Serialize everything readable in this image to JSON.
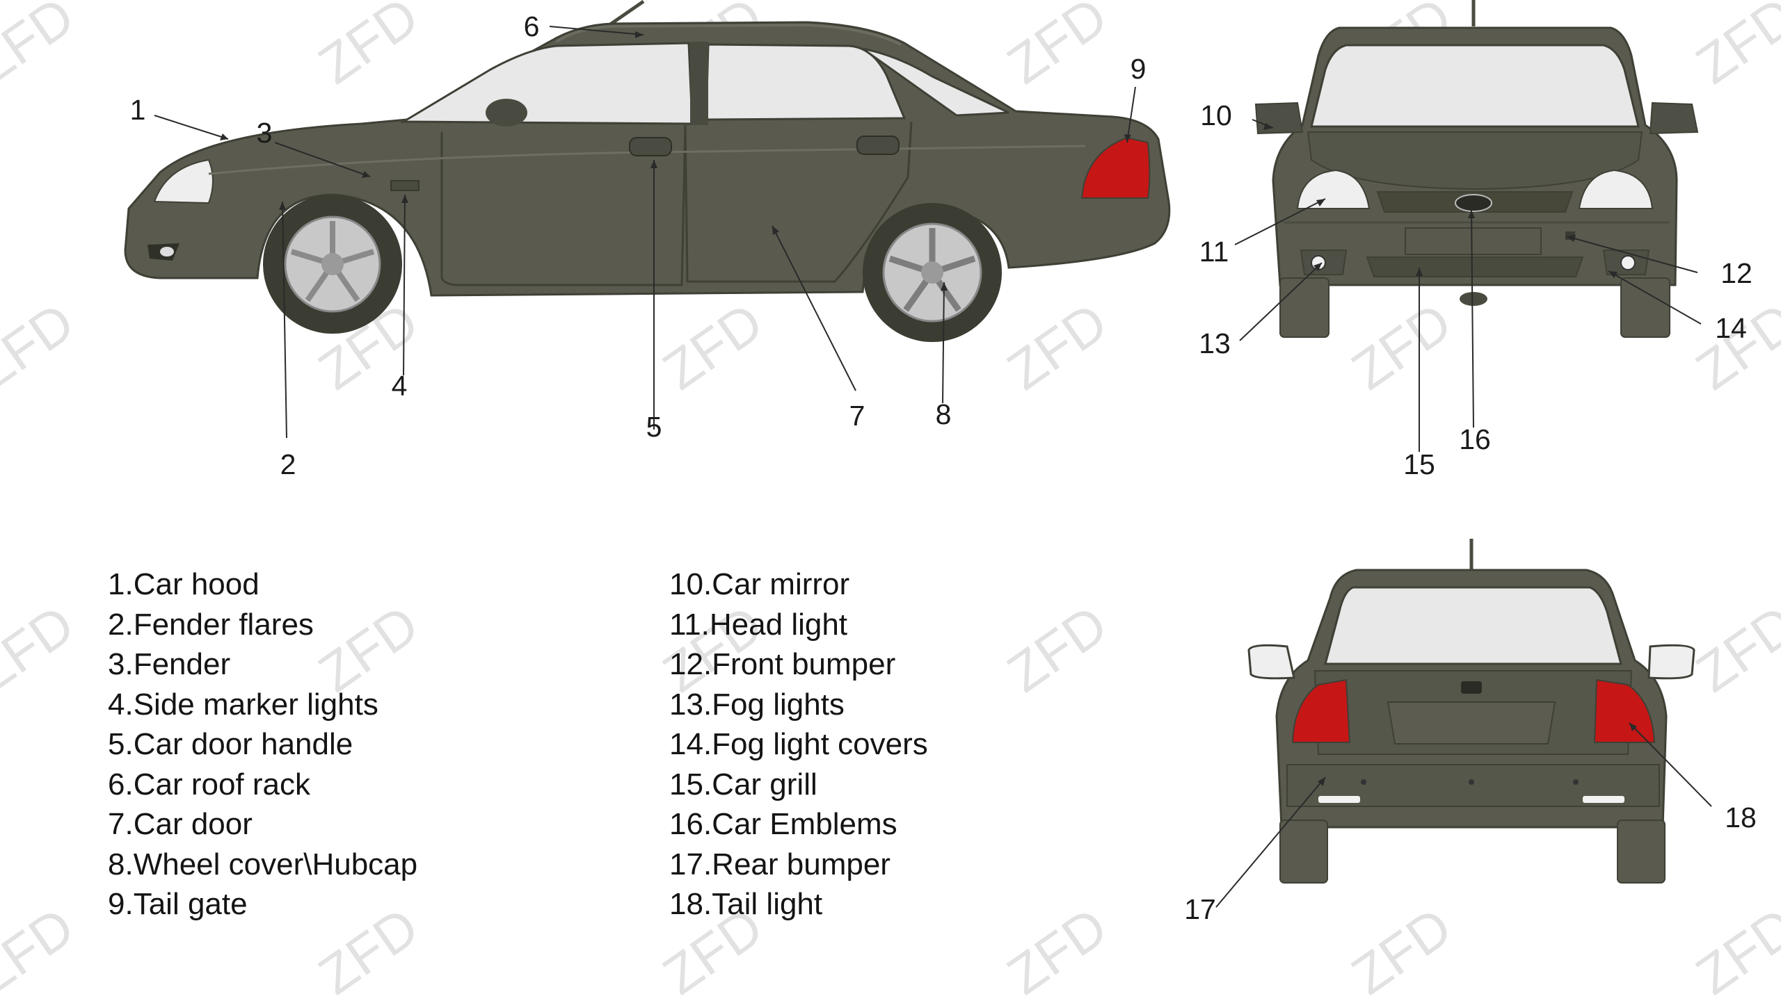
{
  "watermark": "ZFD",
  "colors": {
    "body": "#5a5b4e",
    "body_dark": "#3f4036",
    "glass": "#e8e8e8",
    "tail_light": "#c61616",
    "tire": "#3b3c32",
    "rim": "#c8c8c8",
    "line": "#2a2a2a"
  },
  "callouts": [
    "1",
    "2",
    "3",
    "4",
    "5",
    "6",
    "7",
    "8",
    "9",
    "10",
    "11",
    "12",
    "13",
    "14",
    "15",
    "16",
    "17",
    "18"
  ],
  "legend": {
    "left": [
      "1.Car hood",
      "2.Fender flares",
      "3.Fender",
      "4.Side marker lights",
      "5.Car door handle",
      "6.Car roof rack",
      "7.Car door",
      "8.Wheel cover\\Hubcap",
      "9.Tail gate"
    ],
    "right": [
      "10.Car mirror",
      "11.Head light",
      "12.Front bumper",
      "13.Fog lights",
      "14.Fog light covers",
      "15.Car grill",
      "16.Car Emblems",
      "17.Rear bumper",
      "18.Tail light"
    ]
  }
}
